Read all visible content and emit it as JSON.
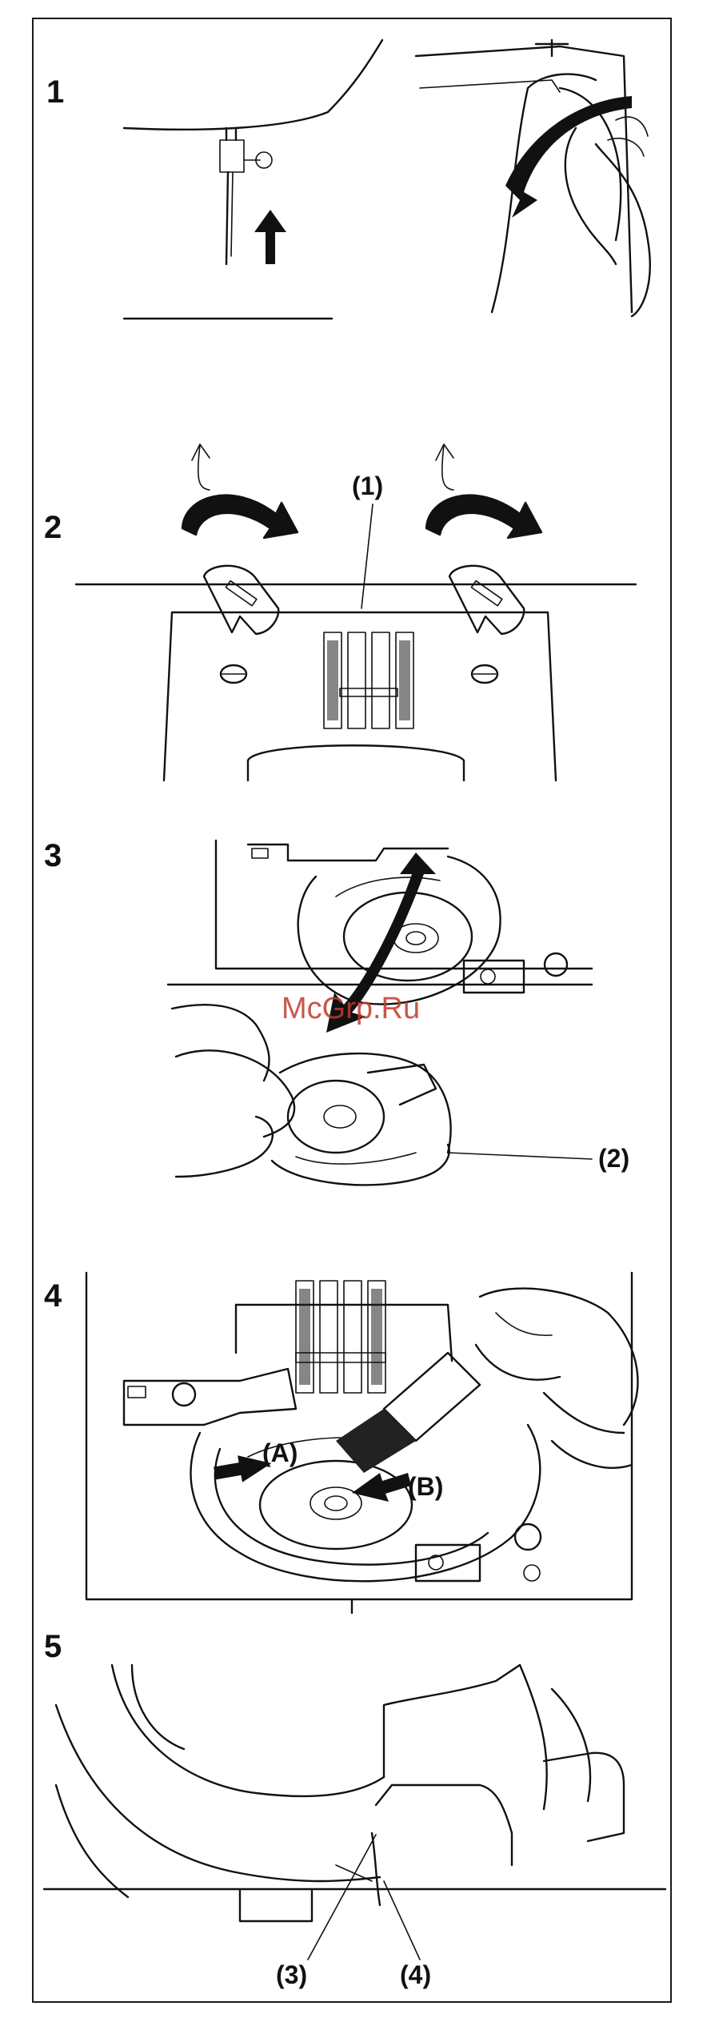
{
  "steps": [
    {
      "number": "1"
    },
    {
      "number": "2",
      "callouts": [
        "(1)"
      ]
    },
    {
      "number": "3",
      "callouts": [
        "(2)"
      ]
    },
    {
      "number": "4",
      "callouts": [
        "(A)",
        "(B)"
      ]
    },
    {
      "number": "5",
      "callouts": [
        "(3)",
        "(4)"
      ]
    }
  ],
  "watermark": "McGrp.Ru",
  "colors": {
    "line": "#111111",
    "watermark": "#c0392b",
    "background": "#ffffff"
  }
}
